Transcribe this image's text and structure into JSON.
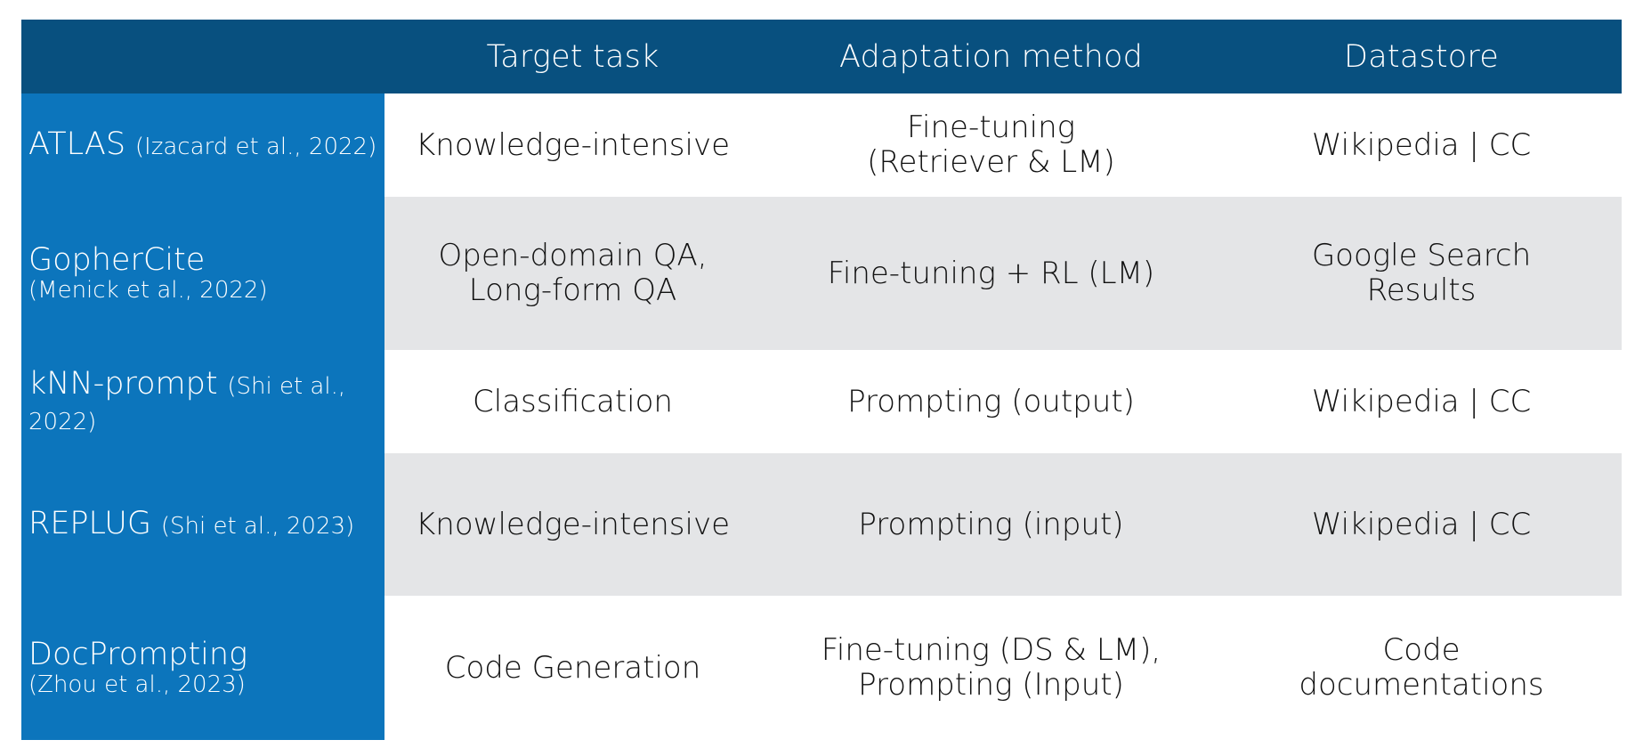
{
  "table": {
    "columns": [
      "",
      "Target task",
      "Adaptation method",
      "Datastore"
    ],
    "colors": {
      "header_bg": "#08507f",
      "name_cell_bg": "#0c75bc",
      "row_alt_bg": "#e4e5e7",
      "row_bg": "#ffffff",
      "header_text": "#ffffff",
      "name_text": "#ffffff",
      "body_text": "#111111"
    },
    "rows": [
      {
        "name": "ATLAS",
        "citation": "(Izacard et al., 2022)",
        "name_inline": true,
        "target_task": "Knowledge-intensive",
        "target_task_line2": "",
        "adaptation_method": "Fine-tuning",
        "adaptation_method_line2": "(Retriever & LM)",
        "datastore": "Wikipedia | CC",
        "datastore_line2": ""
      },
      {
        "name": "GopherCite",
        "citation": "(Menick et al., 2022)",
        "name_inline": false,
        "target_task": "Open-domain QA,",
        "target_task_line2": "Long-form QA",
        "adaptation_method": "Fine-tuning + RL (LM)",
        "adaptation_method_line2": "",
        "datastore": "Google Search",
        "datastore_line2": "Results"
      },
      {
        "name": "kNN-prompt",
        "citation": "(Shi et al., 2022)",
        "name_inline": true,
        "target_task": "Classification",
        "target_task_line2": "",
        "adaptation_method": "Prompting (output)",
        "adaptation_method_line2": "",
        "datastore": "Wikipedia | CC",
        "datastore_line2": ""
      },
      {
        "name": "REPLUG",
        "citation": "(Shi et al., 2023)",
        "name_inline": true,
        "target_task": "Knowledge-intensive",
        "target_task_line2": "",
        "adaptation_method": "Prompting (input)",
        "adaptation_method_line2": "",
        "datastore": "Wikipedia | CC",
        "datastore_line2": ""
      },
      {
        "name": "DocPrompting",
        "citation": "(Zhou et al., 2023)",
        "name_inline": false,
        "target_task": "Code Generation",
        "target_task_line2": "",
        "adaptation_method": "Fine-tuning (DS & LM),",
        "adaptation_method_line2": "Prompting (Input)",
        "datastore": "Code",
        "datastore_line2": "documentations"
      }
    ]
  }
}
